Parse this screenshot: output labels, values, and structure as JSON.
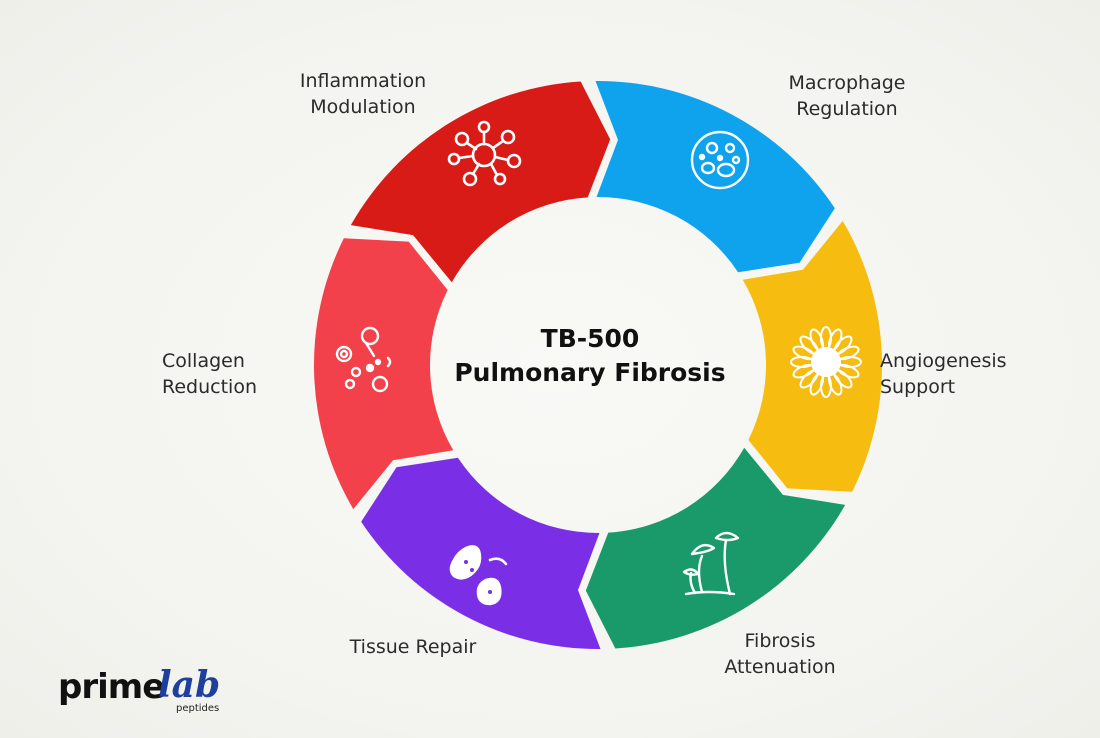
{
  "title": {
    "line1": "TB-500",
    "line2": "Pulmonary Fibrosis"
  },
  "segments": [
    {
      "id": "inflammation",
      "line1": "Inflammation",
      "line2": "Modulation",
      "color": "#d81b16",
      "icon": "molecule-network-icon"
    },
    {
      "id": "macrophage",
      "line1": "Macrophage",
      "line2": "Regulation",
      "color": "#0fa3ee",
      "icon": "petri-dish-cells-icon"
    },
    {
      "id": "angiogenesis",
      "line1": "Angiogenesis",
      "line2": "Support",
      "color": "#f6bd10",
      "icon": "sunflower-icon"
    },
    {
      "id": "fibrosis",
      "line1": "Fibrosis",
      "line2": "Attenuation",
      "color": "#1a9a6a",
      "icon": "mushrooms-icon"
    },
    {
      "id": "tissue",
      "line1": "Tissue Repair",
      "line2": "",
      "color": "#7a2fe6",
      "icon": "cells-icon"
    },
    {
      "id": "collagen",
      "line1": "Collagen",
      "line2": "Reduction",
      "color": "#f2414a",
      "icon": "collagen-molecules-icon"
    }
  ],
  "logo": {
    "main": "prime",
    "accent": "lab",
    "sub": "peptides"
  }
}
